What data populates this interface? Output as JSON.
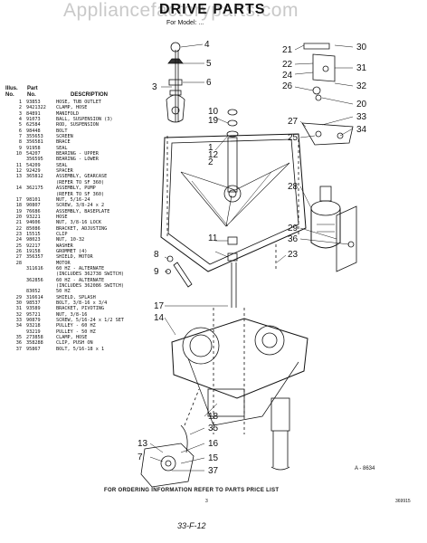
{
  "watermark": "Appliancefactoryparts.com",
  "title": "DRIVE PARTS",
  "subtitle": "For Model: ...",
  "parts_header": {
    "line1": [
      "Illus.",
      "Part",
      ""
    ],
    "line2": [
      "No.",
      "No.",
      "DESCRIPTION"
    ]
  },
  "parts": [
    {
      "k": "1",
      "p": "93853",
      "d": "HOSE, TUB OUTLET"
    },
    {
      "k": "2",
      "p": "9421322",
      "d": "CLAMP, HOSE"
    },
    {
      "k": "3",
      "p": "84891",
      "d": "MANIFOLD"
    },
    {
      "k": "4",
      "p": "91073",
      "d": "BALL, SUSPENSION (3)"
    },
    {
      "k": "5",
      "p": "62584",
      "d": "ROD, SUSPENSION"
    },
    {
      "k": "6",
      "p": "98448",
      "d": "BOLT"
    },
    {
      "k": "7",
      "p": "355653",
      "d": "SCREEN"
    },
    {
      "k": "8",
      "p": "356581",
      "d": "BRACE"
    },
    {
      "k": "9",
      "p": "91958",
      "d": "SEAL"
    },
    {
      "k": "10",
      "p": "54207",
      "d": "BEARING - UPPER"
    },
    {
      "k": "",
      "p": "356595",
      "d": "BEARING - LOWER"
    },
    {
      "k": "11",
      "p": "54209",
      "d": "SEAL"
    },
    {
      "k": "12",
      "p": "92429",
      "d": "SPACER"
    },
    {
      "k": "13",
      "p": "365812",
      "d": "ASSEMBLY, GEARCASE"
    },
    {
      "k": "",
      "p": "",
      "d": "(REFER TO SF 360)"
    },
    {
      "k": "14",
      "p": "362175",
      "d": "ASSEMBLY, PUMP"
    },
    {
      "k": "",
      "p": "",
      "d": "(REFER TO SF 360)"
    },
    {
      "k": "17",
      "p": "98101",
      "d": "NUT, 5/16-24"
    },
    {
      "k": "18",
      "p": "90807",
      "d": "SCREW, 3/8-24 x 2"
    },
    {
      "k": "19",
      "p": "76686",
      "d": "ASSEMBLY, BASEPLATE"
    },
    {
      "k": "20",
      "p": "93221",
      "d": "HOSE"
    },
    {
      "k": "21",
      "p": "94606",
      "d": "NUT, 3/8-16 LOCK"
    },
    {
      "k": "22",
      "p": "85086",
      "d": "BRACKET, ADJUSTING"
    },
    {
      "k": "23",
      "p": "15515",
      "d": "CLIP"
    },
    {
      "k": "24",
      "p": "98023",
      "d": "NUT, 10-32"
    },
    {
      "k": "25",
      "p": "92217",
      "d": "WASHER"
    },
    {
      "k": "26",
      "p": "19158",
      "d": "GROMMET (4)"
    },
    {
      "k": "27",
      "p": "356357",
      "d": "SHIELD, MOTOR"
    },
    {
      "k": "28",
      "p": "",
      "d": "MOTOR"
    },
    {
      "k": "",
      "p": "311616",
      "d": "60 HZ - ALTERNATE"
    },
    {
      "k": "",
      "p": "",
      "d": "(INCLUDES 362738 SWITCH)"
    },
    {
      "k": "",
      "p": "362856",
      "d": "60 HZ - ALTERNATE"
    },
    {
      "k": "",
      "p": "",
      "d": "(INCLUDES 362086 SWITCH)"
    },
    {
      "k": "",
      "p": "83052",
      "d": "50 HZ"
    },
    {
      "k": "29",
      "p": "316614",
      "d": "SHIELD, SPLASH"
    },
    {
      "k": "30",
      "p": "98537",
      "d": "BOLT, 3/8-16 x 3/4"
    },
    {
      "k": "31",
      "p": "93589",
      "d": "BRACKET, PIVOTING"
    },
    {
      "k": "32",
      "p": "95721",
      "d": "NUT, 3/8-16"
    },
    {
      "k": "33",
      "p": "90879",
      "d": "SCREW, 5/16-24 x 1/2 SET"
    },
    {
      "k": "34",
      "p": "93218",
      "d": "PULLEY - 60 HZ"
    },
    {
      "k": "",
      "p": "93219",
      "d": "PULLEY - 50 HZ"
    },
    {
      "k": "35",
      "p": "273858",
      "d": "CLAMP, HOSE"
    },
    {
      "k": "36",
      "p": "358288",
      "d": "CLIP, PUSH ON"
    },
    {
      "k": "37",
      "p": "95867",
      "d": "BOLT, 5/16-18 x 1"
    }
  ],
  "callouts": [
    "1",
    "2",
    "3",
    "4",
    "5",
    "6",
    "7",
    "8",
    "9",
    "10",
    "11",
    "12",
    "13",
    "14",
    "15",
    "16",
    "17",
    "18",
    "19",
    "20",
    "21",
    "22",
    "23",
    "24",
    "25",
    "26",
    "27",
    "28",
    "29",
    "30",
    "31",
    "32",
    "33",
    "34",
    "35",
    "36",
    "37"
  ],
  "diagram_code": "A - 8634",
  "footer": "FOR ORDERING INFORMATION REFER TO PARTS PRICE LIST",
  "page_number": "3",
  "catalog_code": "369915",
  "handwritten": "33-F-12"
}
